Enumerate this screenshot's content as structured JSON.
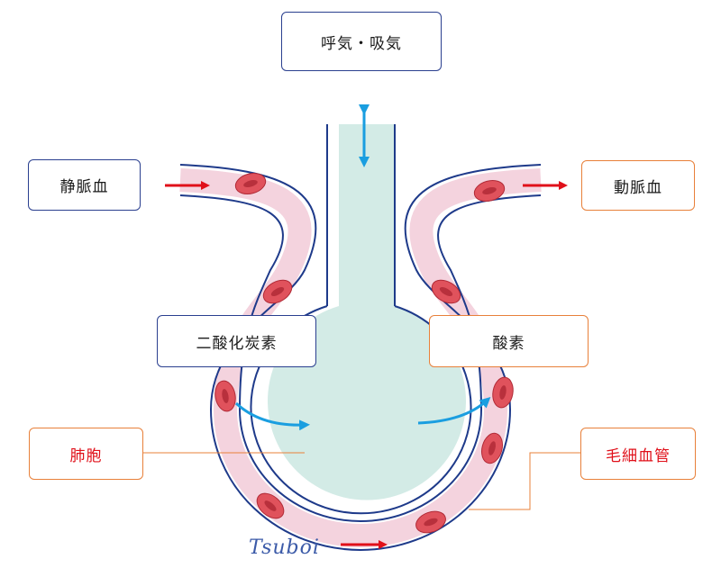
{
  "labels": {
    "breathing": "呼気・吸気",
    "venous_blood": "静脈血",
    "arterial_blood": "動脈血",
    "carbon_dioxide": "二酸化炭素",
    "oxygen": "酸素",
    "alveolus": "肺胞",
    "capillary": "毛細血管"
  },
  "watermark": "Tsuboi",
  "colors": {
    "vessel_outline": "#1e3a8a",
    "blood_band": "#f4d3de",
    "alveolus_fill": "#d3ebe6",
    "red_cell": "#e0525c",
    "red_arrow": "#e0101a",
    "blue_arrow": "#1a9ee0",
    "box_blue": "#2a3f8f",
    "box_orange": "#e8803a"
  },
  "icons": [
    "red-blood-cell-icon",
    "flow-arrow-icon",
    "gas-exchange-arrow-icon",
    "double-headed-arrow-icon"
  ]
}
